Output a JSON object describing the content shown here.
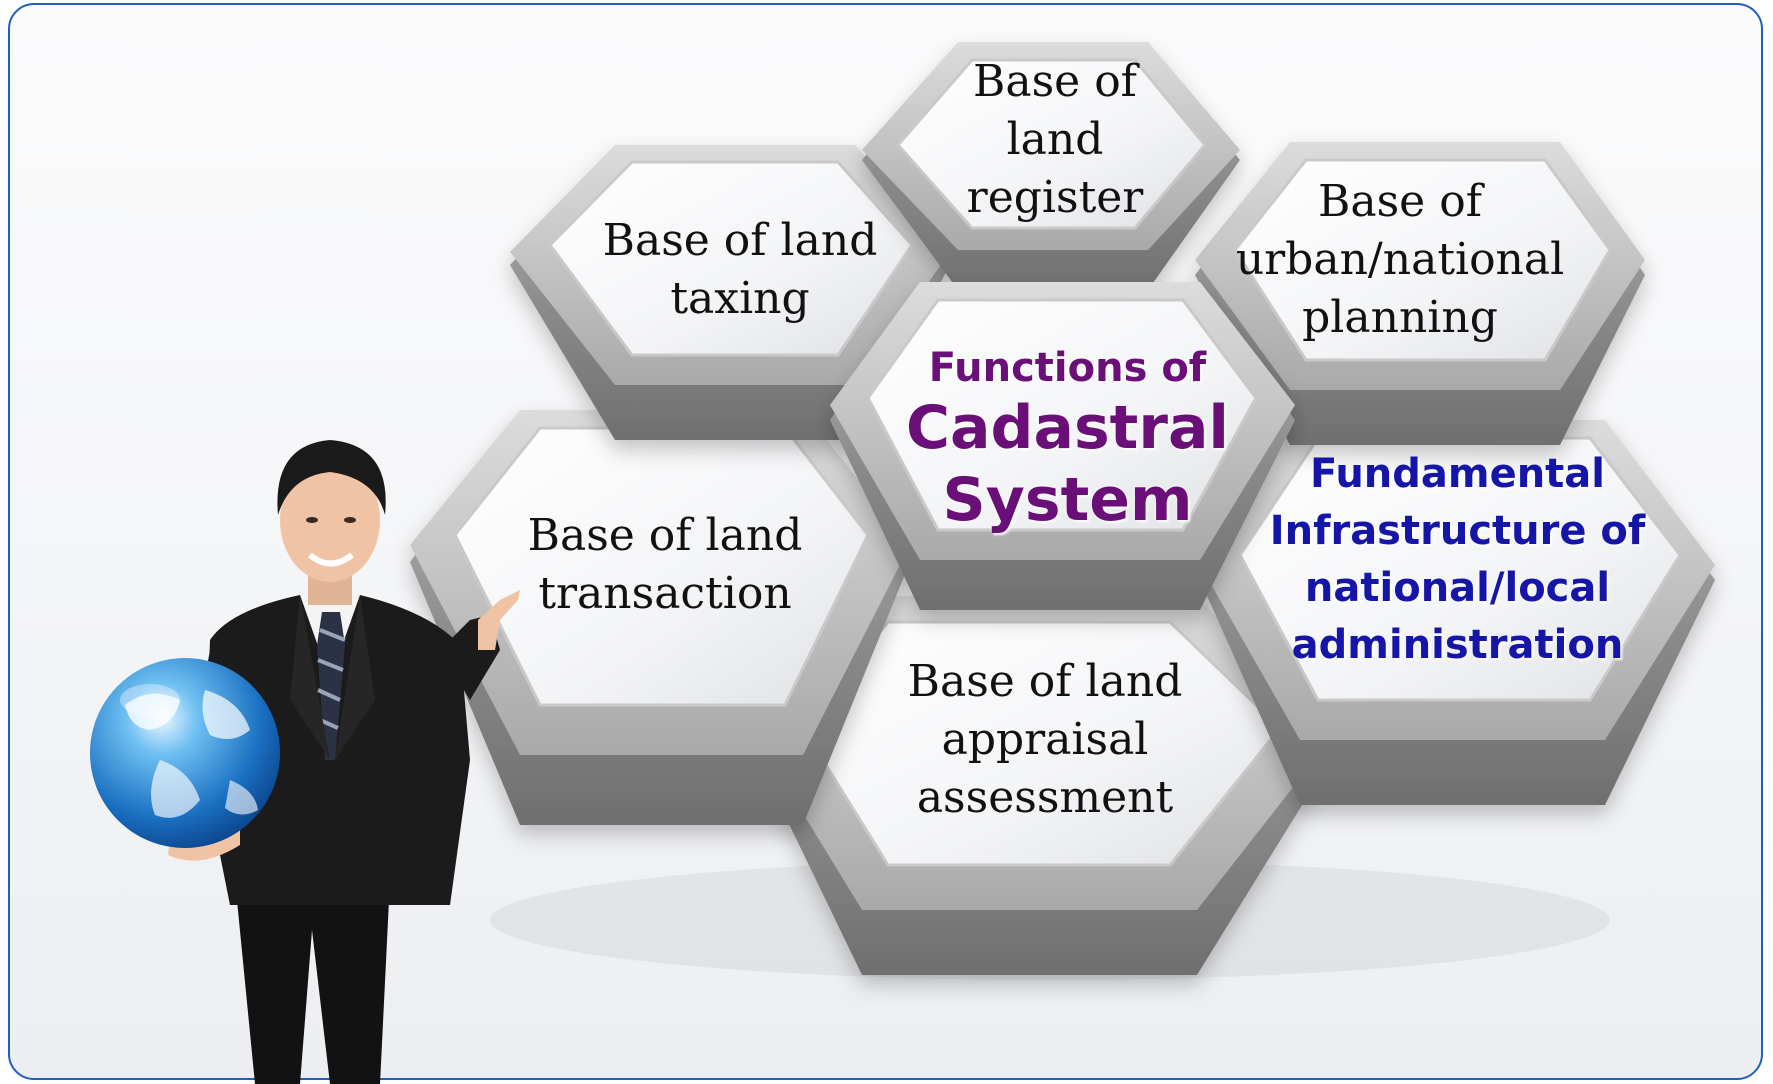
{
  "center": {
    "line1": "Functions of",
    "line2": "Cadastral",
    "line3": "System"
  },
  "hexes": {
    "register": "Base of land register",
    "taxing": "Base of land taxing",
    "planning": "Base of urban/national planning",
    "transaction": "Base of land transaction",
    "appraisal": "Base of land appraisal assessment",
    "administration": "Fundamental Infrastructure of national/local administration"
  },
  "colors": {
    "frame_border": "#1f5fbf",
    "hex_face": "#f2f3f5",
    "hex_side": "#8f8f8f",
    "center_text": "#6a0f78",
    "admin_text": "#1515a8"
  },
  "illustration": {
    "person": "businessman-holding-globe",
    "icon": "globe-icon"
  }
}
